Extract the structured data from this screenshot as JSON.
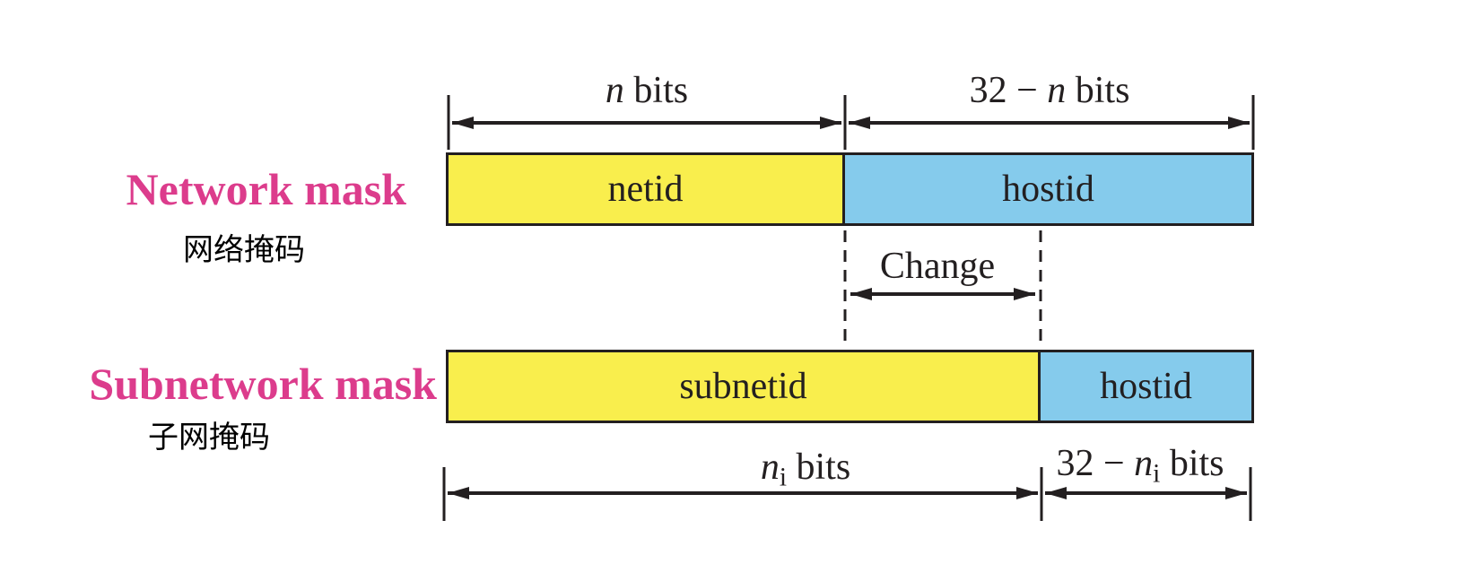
{
  "diagram": {
    "network_row": {
      "title": "Network mask",
      "title_zh": "网络掩码",
      "netid_label": "netid",
      "hostid_label": "hostid"
    },
    "subnetwork_row": {
      "title": "Subnetwork mask",
      "title_zh": "子网掩码",
      "subnetid_label": "subnetid",
      "hostid_label": "hostid"
    },
    "measures": {
      "n_bits": {
        "pre": "",
        "var": "n",
        "sub": "",
        "post": " bits"
      },
      "n32_bits": {
        "pre": "32 − ",
        "var": "n",
        "sub": "",
        "post": " bits"
      },
      "ni_bits": {
        "pre": "",
        "var": "n",
        "sub": "i",
        "post": " bits"
      },
      "ni32_bits": {
        "pre": "32 − ",
        "var": "n",
        "sub": "i",
        "post": " bits"
      }
    },
    "change_label": "Change",
    "colors": {
      "netid_fill": "#F9EE4D",
      "hostid_fill": "#85CBEC",
      "title_pink": "#DC3C8C",
      "ink": "#231F20"
    }
  }
}
